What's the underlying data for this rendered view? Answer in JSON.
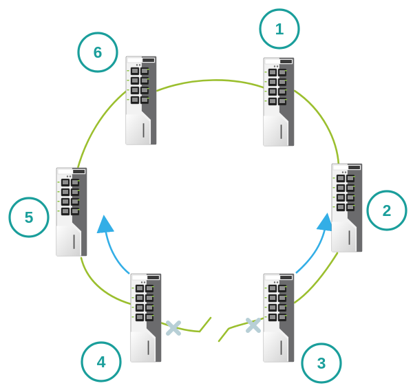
{
  "diagram": {
    "colors": {
      "ring": "#9bbf2e",
      "badge": "#1a9e9b",
      "arrow": "#33aee6",
      "break_mark": "#b7cfd6",
      "switch_body": "#6b6b6d",
      "switch_front": "#f2f2f2"
    },
    "nodes": [
      {
        "label": "1"
      },
      {
        "label": "2"
      },
      {
        "label": "3"
      },
      {
        "label": "4"
      },
      {
        "label": "5"
      },
      {
        "label": "6"
      }
    ],
    "ports_per_switch": 8,
    "link_break": {
      "between": [
        "3",
        "4"
      ],
      "icon": "x-mark-icon"
    },
    "redirect_arrows": [
      {
        "from": "3",
        "toward": "2"
      },
      {
        "from": "4",
        "toward": "5"
      }
    ]
  }
}
